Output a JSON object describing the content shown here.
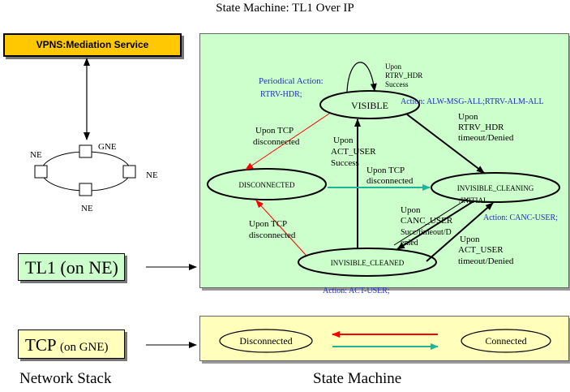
{
  "title": "State Machine: TL1 Over IP",
  "mediation_service": "VPNS:Mediation  Service",
  "network": {
    "gne_label": "GNE",
    "ne_left": "NE",
    "ne_right": "NE",
    "ne_bottom": "NE"
  },
  "layers": {
    "tl1": "TL1 (on NE)",
    "tcp_main": "TCP",
    "tcp_suffix": "(on GNE)"
  },
  "footer": {
    "network_stack": "Network Stack",
    "state_machine": "State Machine"
  },
  "states": {
    "visible": "VISIBLE",
    "disconnected": "DISCONNECTED",
    "invisible_cleaning": "INVISIBLE_CLEANING",
    "invisible_cleaning_initial": "/INITIAL",
    "invisible_cleaned": "INVISIBLE_CLEANED"
  },
  "actions": {
    "periodical_title": "Periodical Action:",
    "periodical_cmd": "RTRV-HDR;",
    "visible_action": "Action: ALW-MSG-ALL;RTRV-ALM-ALL",
    "cleaning_action": "Action:  CANC-USER;",
    "cleaned_action": "Action:  ACT-USER;"
  },
  "transitions": {
    "self_loop": [
      "Upon",
      "RTRV_HDR",
      "Success"
    ],
    "visible_to_disc": [
      "Upon TCP",
      "disconnected"
    ],
    "cleaned_to_visible": [
      "Upon",
      "ACT_USER",
      "Success"
    ],
    "disc_to_cleaning": [
      "Upon TCP",
      "disconnected"
    ],
    "visible_to_cleaning": [
      "Upon",
      "RTRV_HDR",
      "timeout/Denied"
    ],
    "cleaned_to_disc": [
      "Upon TCP",
      "disconnected"
    ],
    "cleaning_to_cleaned": [
      "Upon",
      "CANC_USER",
      "Succ/timeout/D",
      "enied"
    ],
    "cleaned_to_cleaning": [
      "Upon",
      "ACT_USER",
      "timeout/Denied"
    ]
  },
  "tcp_states": {
    "disconnected": "Disconnected",
    "connected": "Connected"
  },
  "colors": {
    "red": "#ff0000",
    "teal": "#1fb39a",
    "blue": "#1f2fbf",
    "green_panel": "#ccffcc",
    "yellow_panel": "#ffffbb",
    "orange": "#ffc800"
  }
}
